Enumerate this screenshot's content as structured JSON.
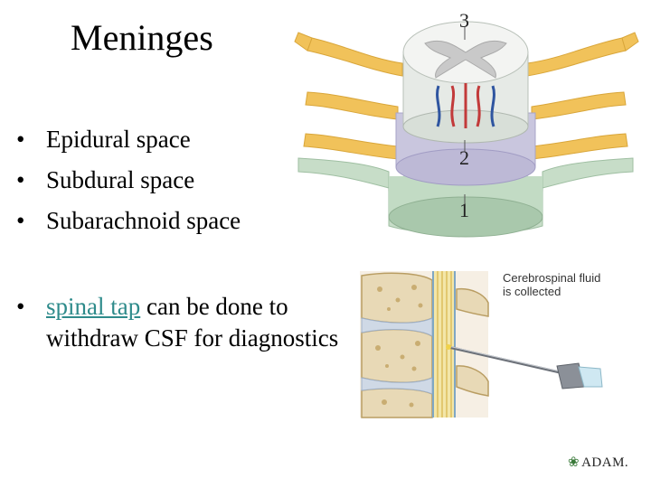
{
  "slide": {
    "title": "Meninges",
    "bullets": [
      "Epidural space",
      "Subdural space",
      "Subarachnoid space"
    ],
    "tap_link": "spinal tap",
    "tap_rest": " can be done to withdraw CSF for diagnostics"
  },
  "figure_top": {
    "labels": [
      "3",
      "2",
      "1"
    ]
  },
  "figure_bottom": {
    "caption_line1": "Cerebrospinal fluid",
    "caption_line2": "is collected",
    "logo": "ADAM."
  }
}
